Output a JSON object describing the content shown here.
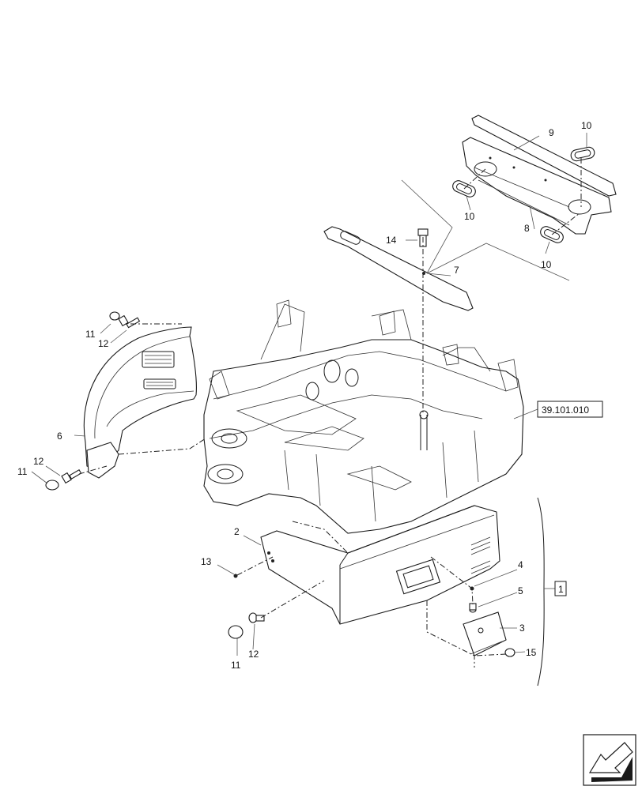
{
  "callouts": {
    "c1": "1",
    "c2": "2",
    "c3": "3",
    "c4": "4",
    "c5": "5",
    "c6": "6",
    "c7": "7",
    "c8": "8",
    "c9": "9",
    "c10a": "10",
    "c10b": "10",
    "c10c": "10",
    "c11a": "11",
    "c11b": "11",
    "c11c": "11",
    "c12a": "12",
    "c12b": "12",
    "c12c": "12",
    "c13": "13",
    "c14": "14",
    "c15": "15"
  },
  "reference": "39.101.010",
  "group_label": "1",
  "icons": {
    "nav": "previous-page-arrow-icon"
  }
}
